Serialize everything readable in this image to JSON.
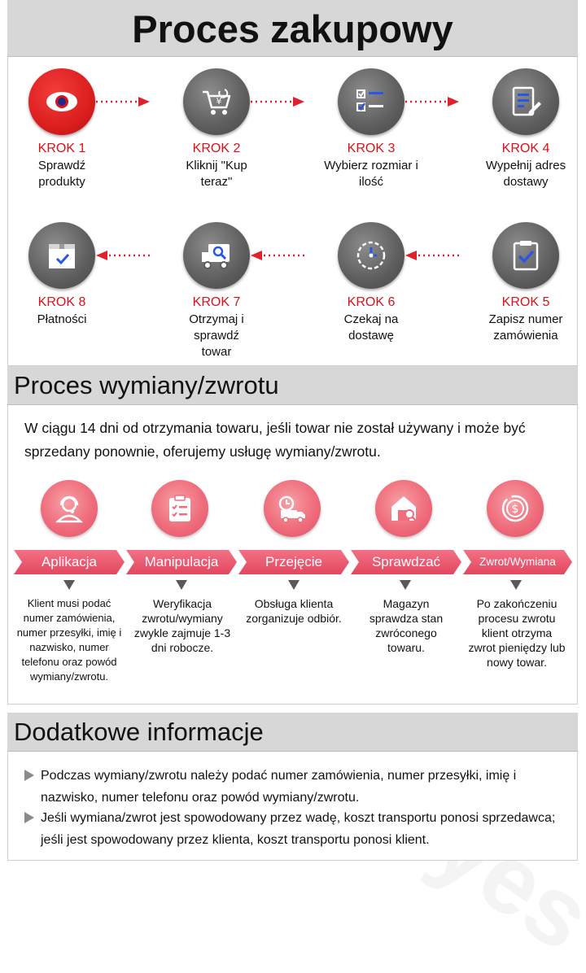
{
  "title": "Proces zakupowy",
  "purchase_steps": [
    {
      "krok": "KROK 1",
      "desc": "Sprawdź produkty",
      "icon": "eye-icon"
    },
    {
      "krok": "KROK 2",
      "desc": "Kliknij \"Kup teraz\"",
      "icon": "cart-icon"
    },
    {
      "krok": "KROK 3",
      "desc": "Wybierz rozmiar i ilość",
      "icon": "checklist-icon"
    },
    {
      "krok": "KROK 4",
      "desc": "Wypełnij adres dostawy",
      "icon": "form-edit-icon"
    },
    {
      "krok": "KROK 5",
      "desc": "Zapisz numer zamówienia",
      "icon": "clipboard-check-icon"
    },
    {
      "krok": "KROK 6",
      "desc": "Czekaj na dostawę",
      "icon": "clock-icon"
    },
    {
      "krok": "KROK 7",
      "desc": "Otrzymaj i sprawdź towar",
      "icon": "truck-search-icon"
    },
    {
      "krok": "KROK 8",
      "desc": "Płatności",
      "icon": "box-check-icon"
    }
  ],
  "returns": {
    "title": "Proces wymiany/zwrotu",
    "intro": "W ciągu 14 dni od otrzymania towaru, jeśli towar nie został używany i może być sprzedany ponownie, oferujemy usługę wymiany/zwrotu.",
    "steps": [
      {
        "label": "Aplikacja",
        "desc": "Klient musi podać numer zamówienia, numer przesyłki, imię i nazwisko, numer telefonu oraz powód wymiany/zwrotu.",
        "icon": "headset-icon"
      },
      {
        "label": "Manipulacja",
        "desc": "Weryfikacja zwrotu/wymiany zwykle zajmuje 1-3 dni robocze.",
        "icon": "clipboard-list-icon"
      },
      {
        "label": "Przejęcie",
        "desc": "Obsługa klienta zorganizuje odbiór.",
        "icon": "delivery-truck-icon"
      },
      {
        "label": "Sprawdzać",
        "desc": "Magazyn sprawdza stan zwróconego towaru.",
        "icon": "warehouse-search-icon"
      },
      {
        "label": "Zwrot/Wymiana",
        "desc": "Po zakończeniu procesu zwrotu klient otrzyma zwrot pieniędzy lub nowy towar.",
        "icon": "refund-icon"
      }
    ]
  },
  "extra": {
    "title": "Dodatkowe informacje",
    "bullets": [
      "Podczas wymiany/zwrotu należy podać numer zamówienia, numer przesyłki, imię i nazwisko, numer telefonu oraz powód wymiany/zwrotu.",
      "Jeśli wymiana/zwrot jest spowodowany przez wadę, koszt transportu ponosi sprzedawca; jeśli jest spowodowany przez klienta, koszt transportu ponosi klient."
    ]
  },
  "colors": {
    "accent_red": "#d9121b",
    "pink": "#ec5f74",
    "header_gray": "#d7d7d7"
  },
  "watermark": "Sedyes"
}
